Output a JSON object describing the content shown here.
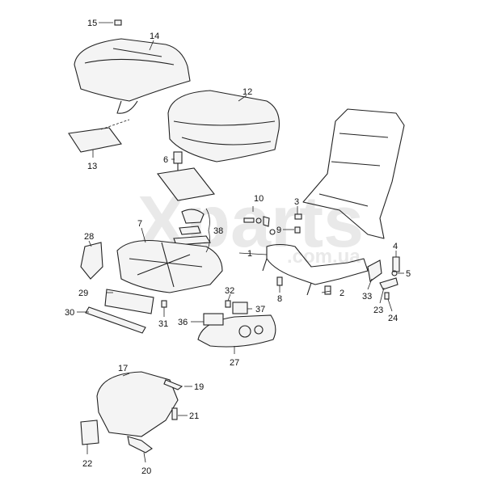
{
  "diagram": {
    "watermark": "Xparts",
    "watermark_domain": ".com.ua",
    "callouts": {
      "c1": "1",
      "c2": "2",
      "c3": "3",
      "c4": "4",
      "c5": "5",
      "c6": "6",
      "c7": "7",
      "c8": "8",
      "c9": "9",
      "c10": "10",
      "c12": "12",
      "c13": "13",
      "c14": "14",
      "c15": "15",
      "c17": "17",
      "c19": "19",
      "c20": "20",
      "c21": "21",
      "c22": "22",
      "c23": "23",
      "c24": "24",
      "c27": "27",
      "c28": "28",
      "c29": "29",
      "c30": "30",
      "c31": "31",
      "c32": "32",
      "c33": "33",
      "c36": "36",
      "c37": "37",
      "c38": "38"
    }
  }
}
